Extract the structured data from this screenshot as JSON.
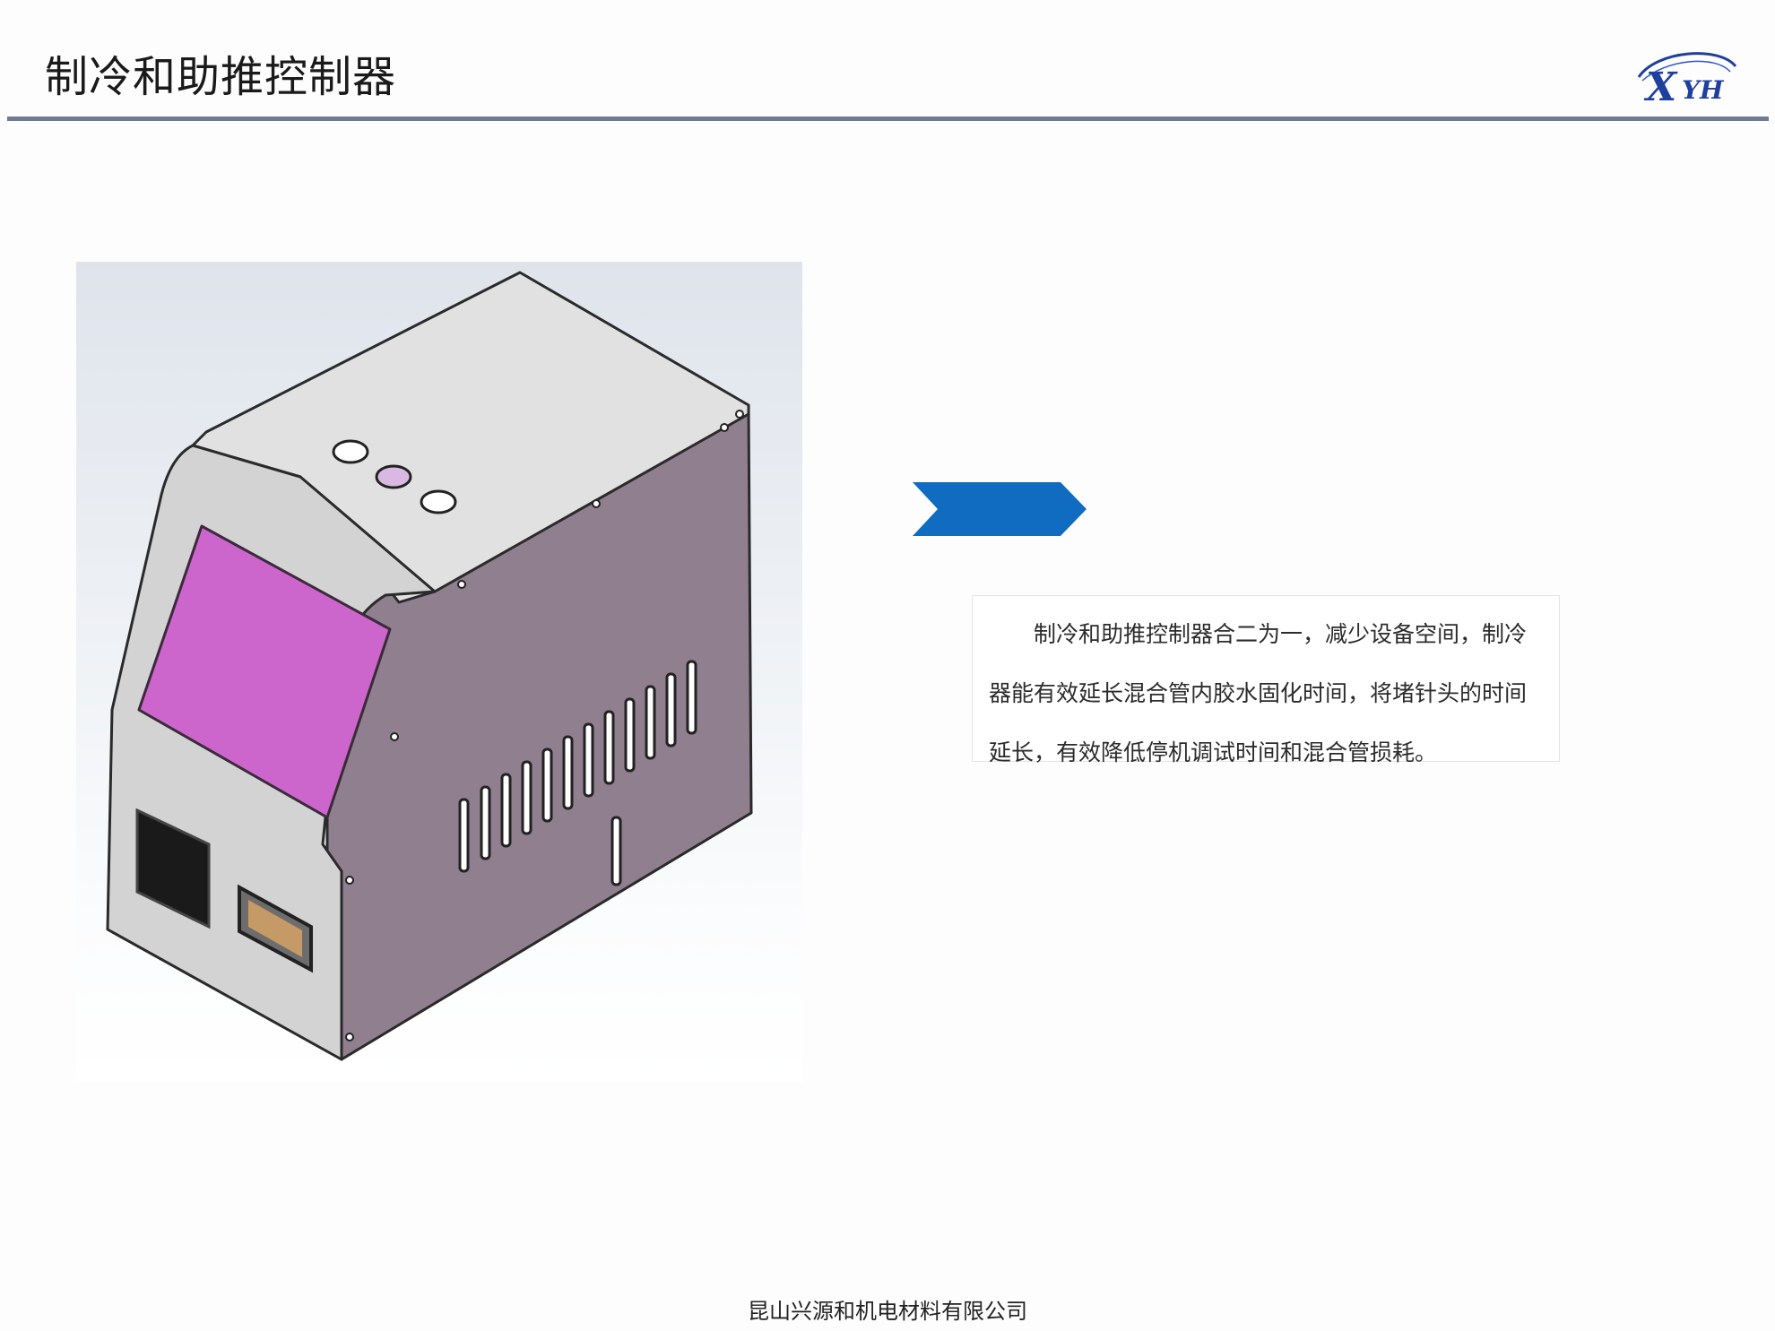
{
  "page": {
    "title": "制冷和助推控制器",
    "description": "制冷和助推控制器合二为一，减少设备空间，制冷 器能有效延长混合管内胶水固化时间，将堵针头的时间延长，有效降低停机调试时间和混合管损耗。",
    "footer": "昆山兴源和机电材料有限公司"
  },
  "logo": {
    "text": "XYH",
    "color": "#1f3f9c"
  },
  "colors": {
    "accent_rule": "#6e7b92",
    "chevron": "#0f6cc0",
    "device_body": "#8f7f8f",
    "device_screen": "#cc66cc"
  },
  "icons": {
    "arrow": "chevron-right-icon"
  }
}
